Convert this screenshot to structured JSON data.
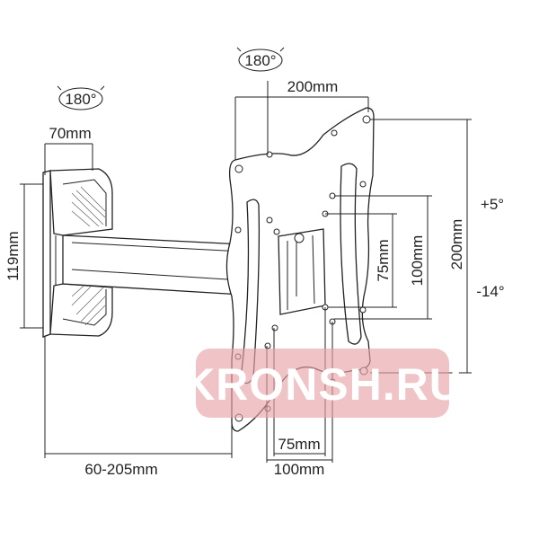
{
  "labels": {
    "rotation_arm": "180°",
    "rotation_plate": "180°",
    "wall_plate_width": "70mm",
    "wall_plate_height": "119mm",
    "plate_width": "200mm",
    "plate_height": "200mm",
    "tilt_up": "+5°",
    "tilt_down": "-14°",
    "vesa_v_small": "75mm",
    "vesa_v_large": "100mm",
    "vesa_h_small": "75mm",
    "vesa_h_large": "100mm",
    "extension": "60-205mm"
  },
  "watermark": {
    "text": "KRONSH.RU",
    "color": "#e8a3a9"
  }
}
